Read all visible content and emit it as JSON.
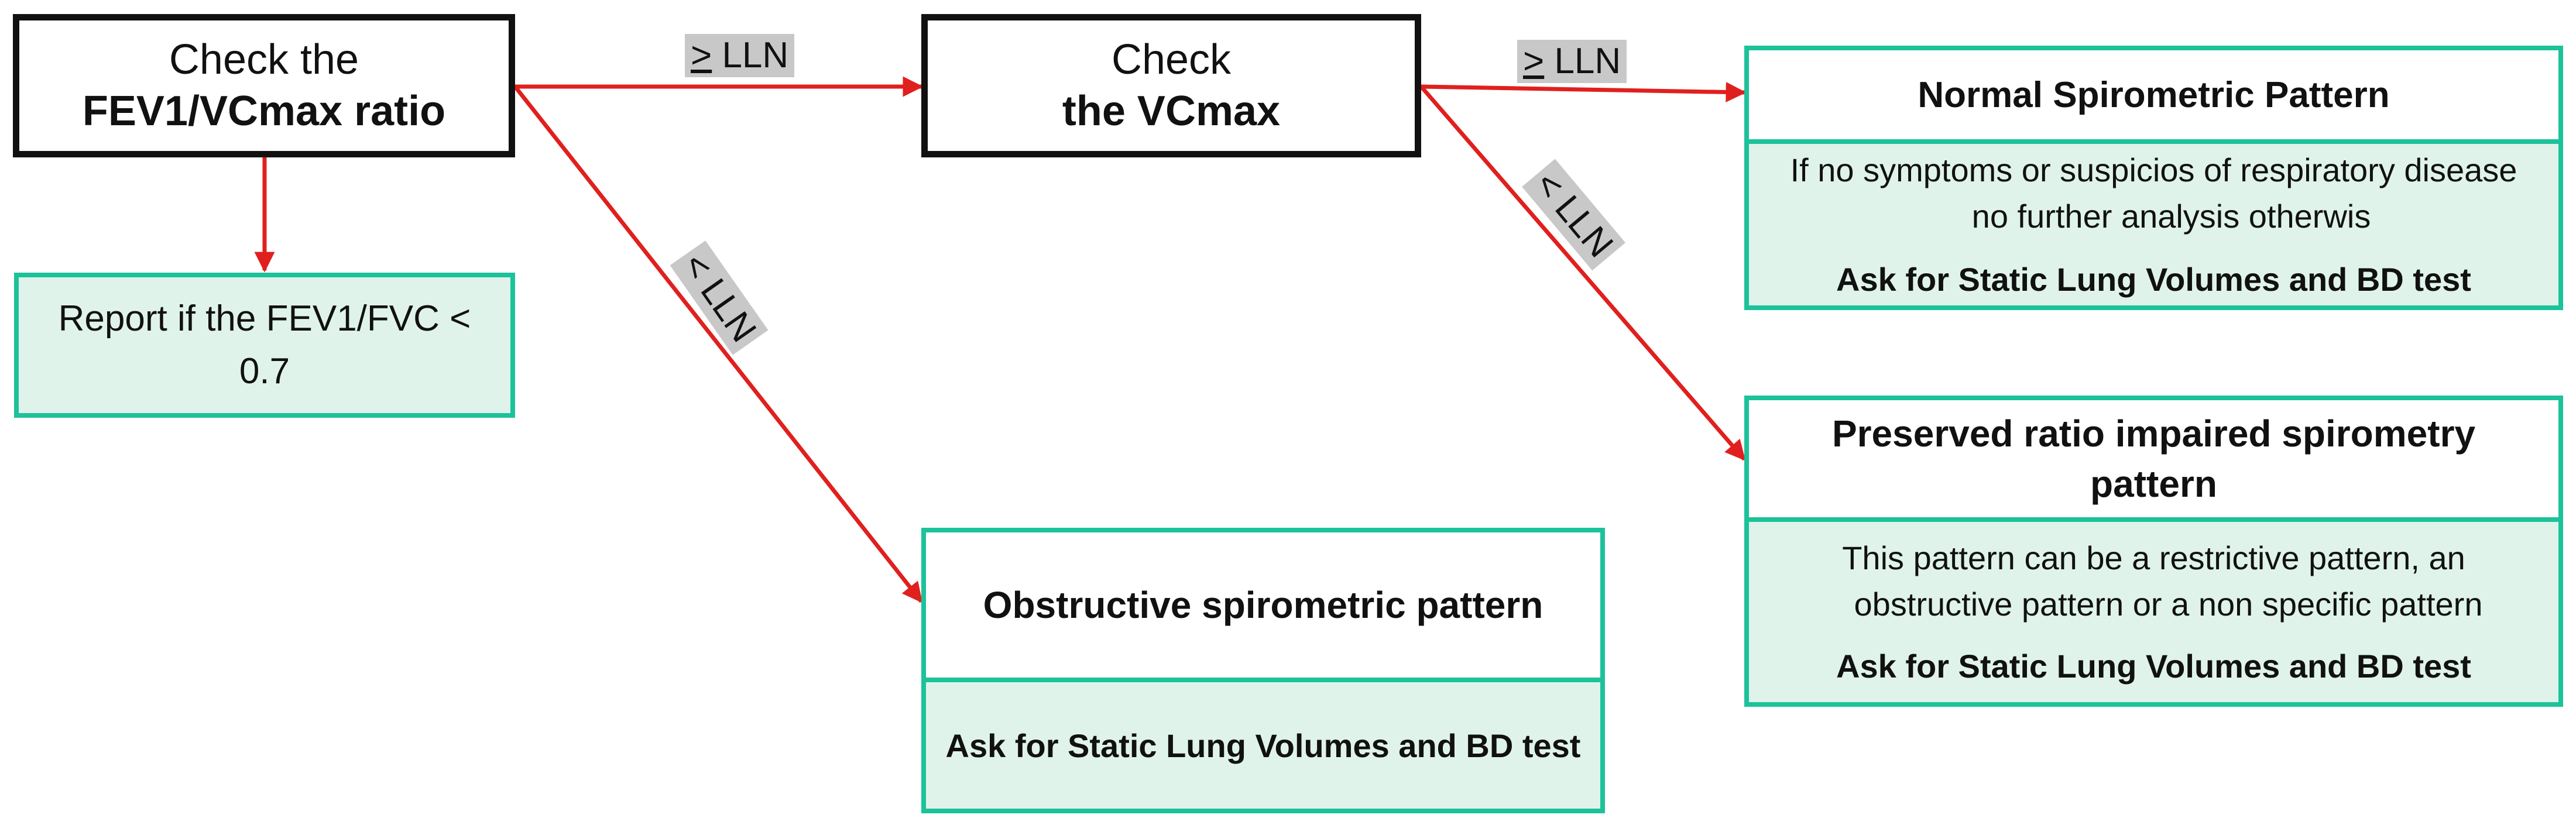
{
  "colors": {
    "arrow": "#e0201e",
    "box_border": "#111111",
    "green_border": "#1cc29a",
    "green_fill": "#dff3ea",
    "label_bg": "#c8c8c8"
  },
  "nodes": {
    "check_ratio": {
      "line1": "Check the",
      "line2": "FEV1/VCmax ratio"
    },
    "check_vcmax": {
      "line1": "Check",
      "line2": "the VCmax"
    },
    "report": {
      "line1": "Report if the FEV1/FVC <",
      "line2": "0.7"
    },
    "normal": {
      "title": "Normal Spirometric Pattern",
      "text_line1": "If no symptoms or suspicios of respiratory disease",
      "text_line2": "no further analysis otherwis",
      "action": "Ask for Static Lung Volumes and BD test"
    },
    "preserved": {
      "title_line1": "Preserved ratio impaired spirometry",
      "title_line2": "pattern",
      "text_line1": "This pattern can be a restrictive pattern, an",
      "text_line2": "obstructive pattern or a non specific pattern",
      "action": "Ask for Static Lung Volumes and BD test"
    },
    "obstructive": {
      "title": "Obstructive spirometric pattern",
      "action": "Ask for Static Lung Volumes and BD test"
    }
  },
  "edge_labels": {
    "ratio_to_vcmax": {
      "symbol": ">",
      "text": " LLN"
    },
    "ratio_to_obstructive": {
      "text": "< LLN"
    },
    "vcmax_to_normal": {
      "symbol": ">",
      "text": " LLN"
    },
    "vcmax_to_preserved": {
      "text": "< LLN"
    }
  }
}
